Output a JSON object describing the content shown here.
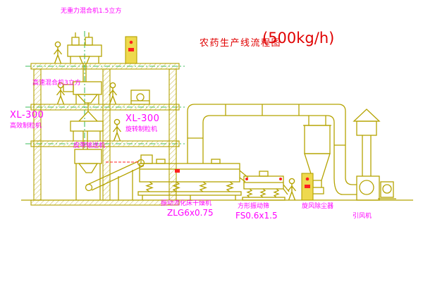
{
  "title": {
    "main": "农药生产线流程图",
    "capacity": "(500kg/h)"
  },
  "labels": {
    "gravity_mixer": "无重力混合机1.5立方",
    "high_speed_mixer": "高速混合机3立方",
    "left_granulator_model": "XL-300",
    "left_granulator_name": "高效制粒机",
    "mid_granulator_model": "XL-300",
    "mid_granulator_name": "旋转制粒机",
    "belt_conveyor": "皮带输送机",
    "dryer_name": "振动流化床干燥机",
    "dryer_model": "ZLG6x0.75",
    "sieve_name": "方形振动筛",
    "sieve_model": "FS0.6x1.5",
    "cyclone": "旋风除尘器",
    "fan": "引风机"
  },
  "colors": {
    "line": "#b5a300",
    "label": "#ff00ff",
    "title": "#e00000",
    "accent_red": "#ff2020",
    "centerline_green": "#00a727"
  }
}
